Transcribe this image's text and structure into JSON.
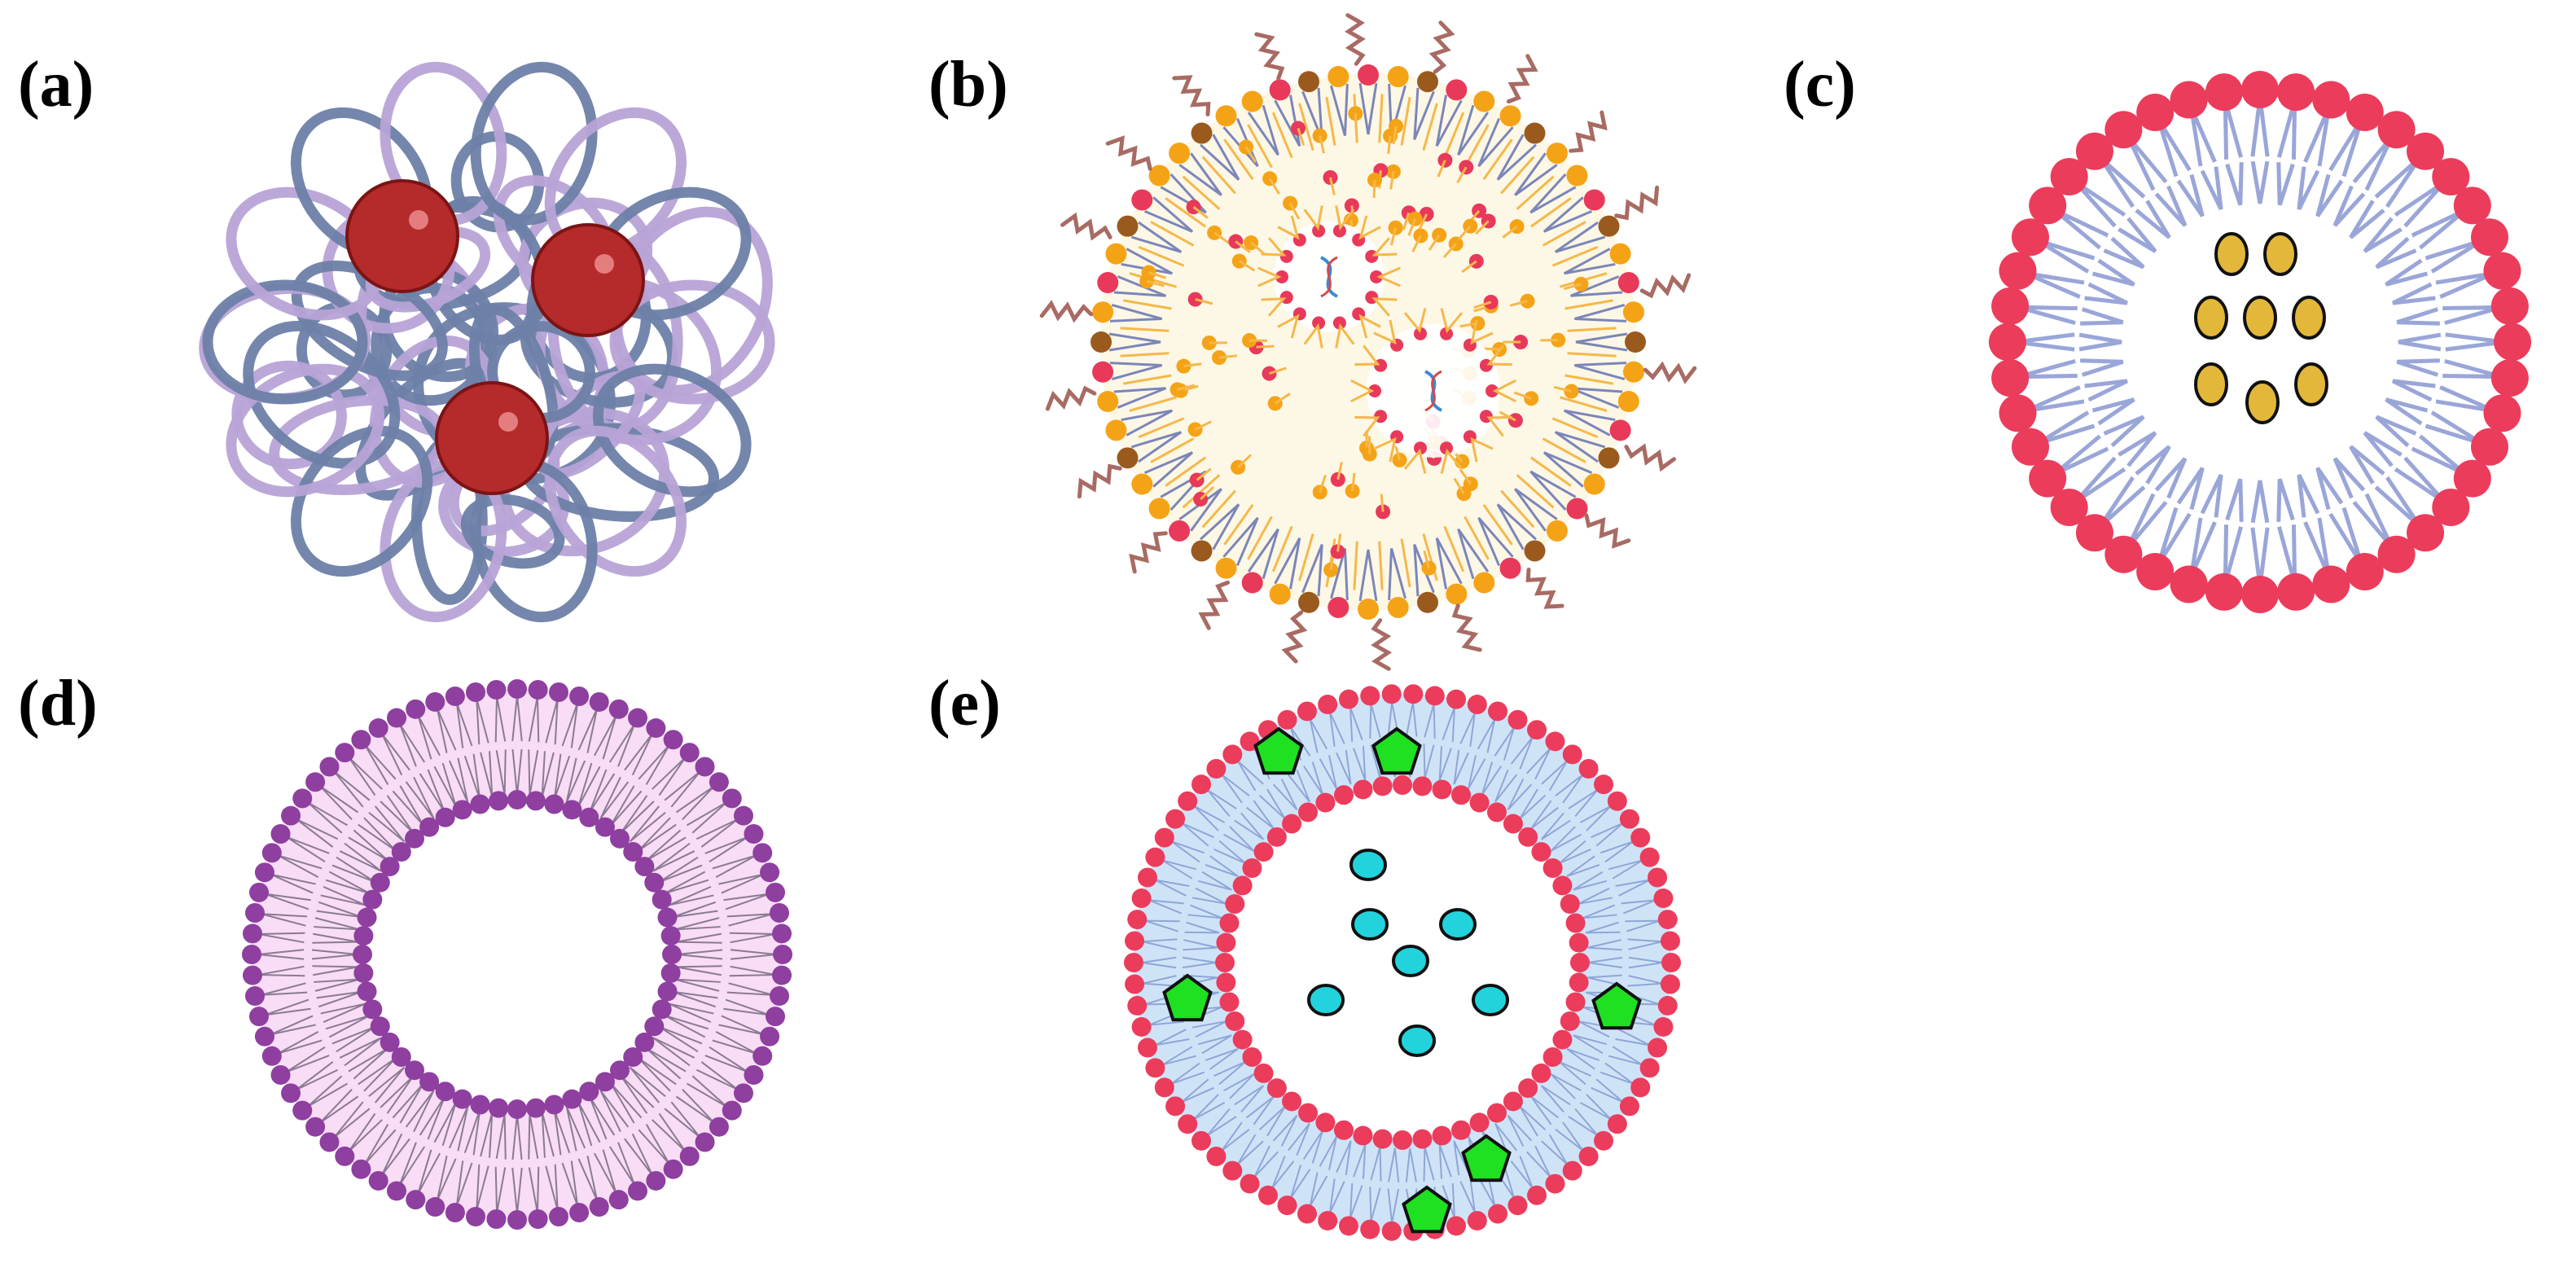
{
  "figure": {
    "background": "#ffffff",
    "panels": [
      {
        "id": "a",
        "label": "(a)",
        "depicts": "polymeric-nanoparticle"
      },
      {
        "id": "b",
        "label": "(b)",
        "depicts": "lipid-nanoparticle"
      },
      {
        "id": "c",
        "label": "(c)",
        "depicts": "liposome"
      },
      {
        "id": "d",
        "label": "(d)",
        "depicts": "empty-bilayer-vesicle"
      },
      {
        "id": "e",
        "label": "(e)",
        "depicts": "loaded-bilayer-vesicle"
      }
    ]
  },
  "colors": {
    "polymer_dark": "#6d80a8",
    "polymer_light": "#b7a3d6",
    "drug_red": "#b52a2a",
    "drug_highlight": "#e98787",
    "lnp_core": "#fdf7e6",
    "lnp_orange": "#f5a316",
    "lnp_brown": "#9a5a1e",
    "lnp_pink": "#e8395a",
    "peg_chain": "#a86b63",
    "liposome_head": "#eb3c5c",
    "lipid_tail": "#9aa6d8",
    "cargo_yellow": "#e3b83a",
    "vesicle_purple": "#8e3fa0",
    "vesicle_fill": "#f9dcf5",
    "bilayer_blue": "#cfe3f7",
    "cargo_cyan": "#22d3dd",
    "pentagon_green": "#1fe021",
    "dna_blue": "#3a8ad6",
    "dna_red": "#d44a4a"
  }
}
